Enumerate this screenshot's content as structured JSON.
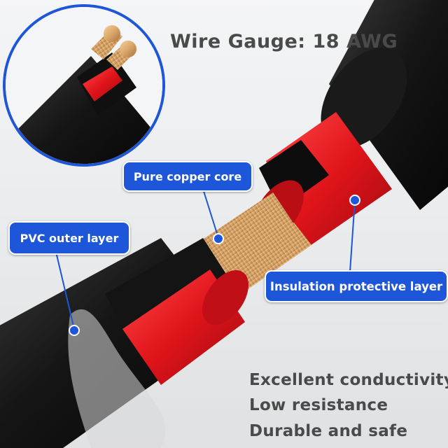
{
  "title": "Wire Gauge: 18 AWG",
  "callouts": {
    "copper": "Pure copper core",
    "pvc": "PVC outer layer",
    "insulation": "Insulation protective layer"
  },
  "features": [
    "Excellent conductivity",
    "Low resistance",
    "Durable and safe"
  ],
  "colors": {
    "accent": "#1d56d8",
    "cable_black": "#111111",
    "insulation_red": "#e0141b",
    "copper": "#d9a66a",
    "text_gray": "#4a4a4a"
  }
}
